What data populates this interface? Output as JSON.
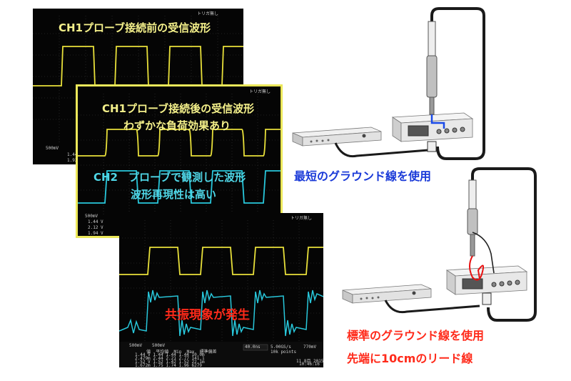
{
  "scope1": {
    "title": "CH1プローブ接続前の受信波形",
    "menu": "トリガ無し",
    "status": "500mV",
    "readout": [
      "1.44 V",
      "1.92 V"
    ]
  },
  "scope2": {
    "line1": "CH1プローブ接続後の受信波形",
    "line2": "わずかな負荷効果あり",
    "line3": "CH2　プローブで観測した波形",
    "line4": "波形再現性は高い",
    "menu": "トリガ無し",
    "status": "500mV",
    "readout": [
      "1.44 V",
      "2.12 V",
      "1.94 V"
    ]
  },
  "scope3": {
    "annotation": "共振現象が発生",
    "menu": "トリガ無し",
    "status_ch1": "500mV",
    "status_ch2": "500mV",
    "stats_header": [
      "値",
      "平均値",
      "Min",
      "Max",
      "標準偏差"
    ],
    "stats_rows": [
      [
        "1.44 V",
        "1.44",
        "1.44",
        "1.44",
        "10.0m"
      ],
      [
        "2.479m",
        "2.44",
        "2.21",
        "2.77",
        "141.1"
      ],
      [
        "1.52 V",
        "1.52",
        "1.42",
        "1.52",
        "22.1m"
      ],
      [
        "1.672m",
        "1.75",
        "1.74",
        "1.96",
        "6279"
      ]
    ],
    "timebase": "40.0ns",
    "sample": "5.00GS/s",
    "points": "10k points",
    "trigger_level": "770mV",
    "date": "11 8月 2015",
    "time": "10:46:16"
  },
  "captions": {
    "short_ground": "最短のグラウンド線を使用",
    "standard_ground": "標準のグラウンド線を使用",
    "lead_wire": "先端に10cmのリード線"
  },
  "colors": {
    "ch1": "#e8e03a",
    "ch2": "#28c8dc",
    "frame": "#ece85a",
    "blue_text": "#1a3ad8",
    "red_text": "#ff2a1a"
  }
}
